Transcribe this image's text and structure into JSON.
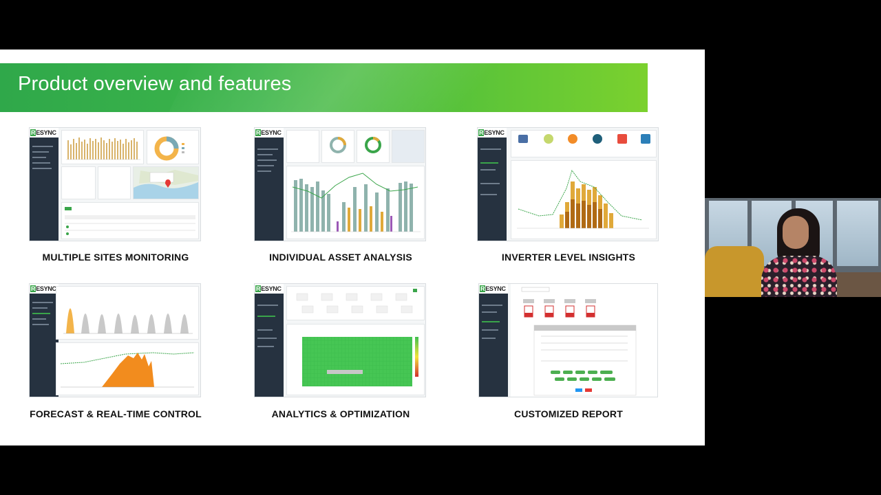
{
  "slide": {
    "title": "Product overview and features",
    "features": [
      {
        "caption": "MULTIPLE SITES MONITORING",
        "logo_r": "R",
        "logo_rest": "ESYNC"
      },
      {
        "caption": "INDIVIDUAL ASSET ANALYSIS",
        "logo_r": "R",
        "logo_rest": "ESYNC"
      },
      {
        "caption": "INVERTER LEVEL INSIGHTS",
        "logo_r": "R",
        "logo_rest": "ESYNC"
      },
      {
        "caption": "FORECAST & REAL-TIME CONTROL",
        "logo_r": "R",
        "logo_rest": "ESYNC"
      },
      {
        "caption": "ANALYTICS & OPTIMIZATION",
        "logo_r": "R",
        "logo_rest": "ESYNC"
      },
      {
        "caption": "CUSTOMIZED REPORT",
        "logo_r": "R",
        "logo_rest": "ESYNC"
      }
    ]
  },
  "colors": {
    "banner_start": "#2fa84a",
    "banner_end": "#7bd12e",
    "sidebar": "#263240",
    "brand_green": "#3aa54a",
    "bar_gold": "#d8b36a",
    "bar_teal": "#8fb3ad",
    "bar_orange": "#f29421",
    "heatmap_green": "#3fbf4f",
    "pdf_red": "#d32f2f"
  }
}
